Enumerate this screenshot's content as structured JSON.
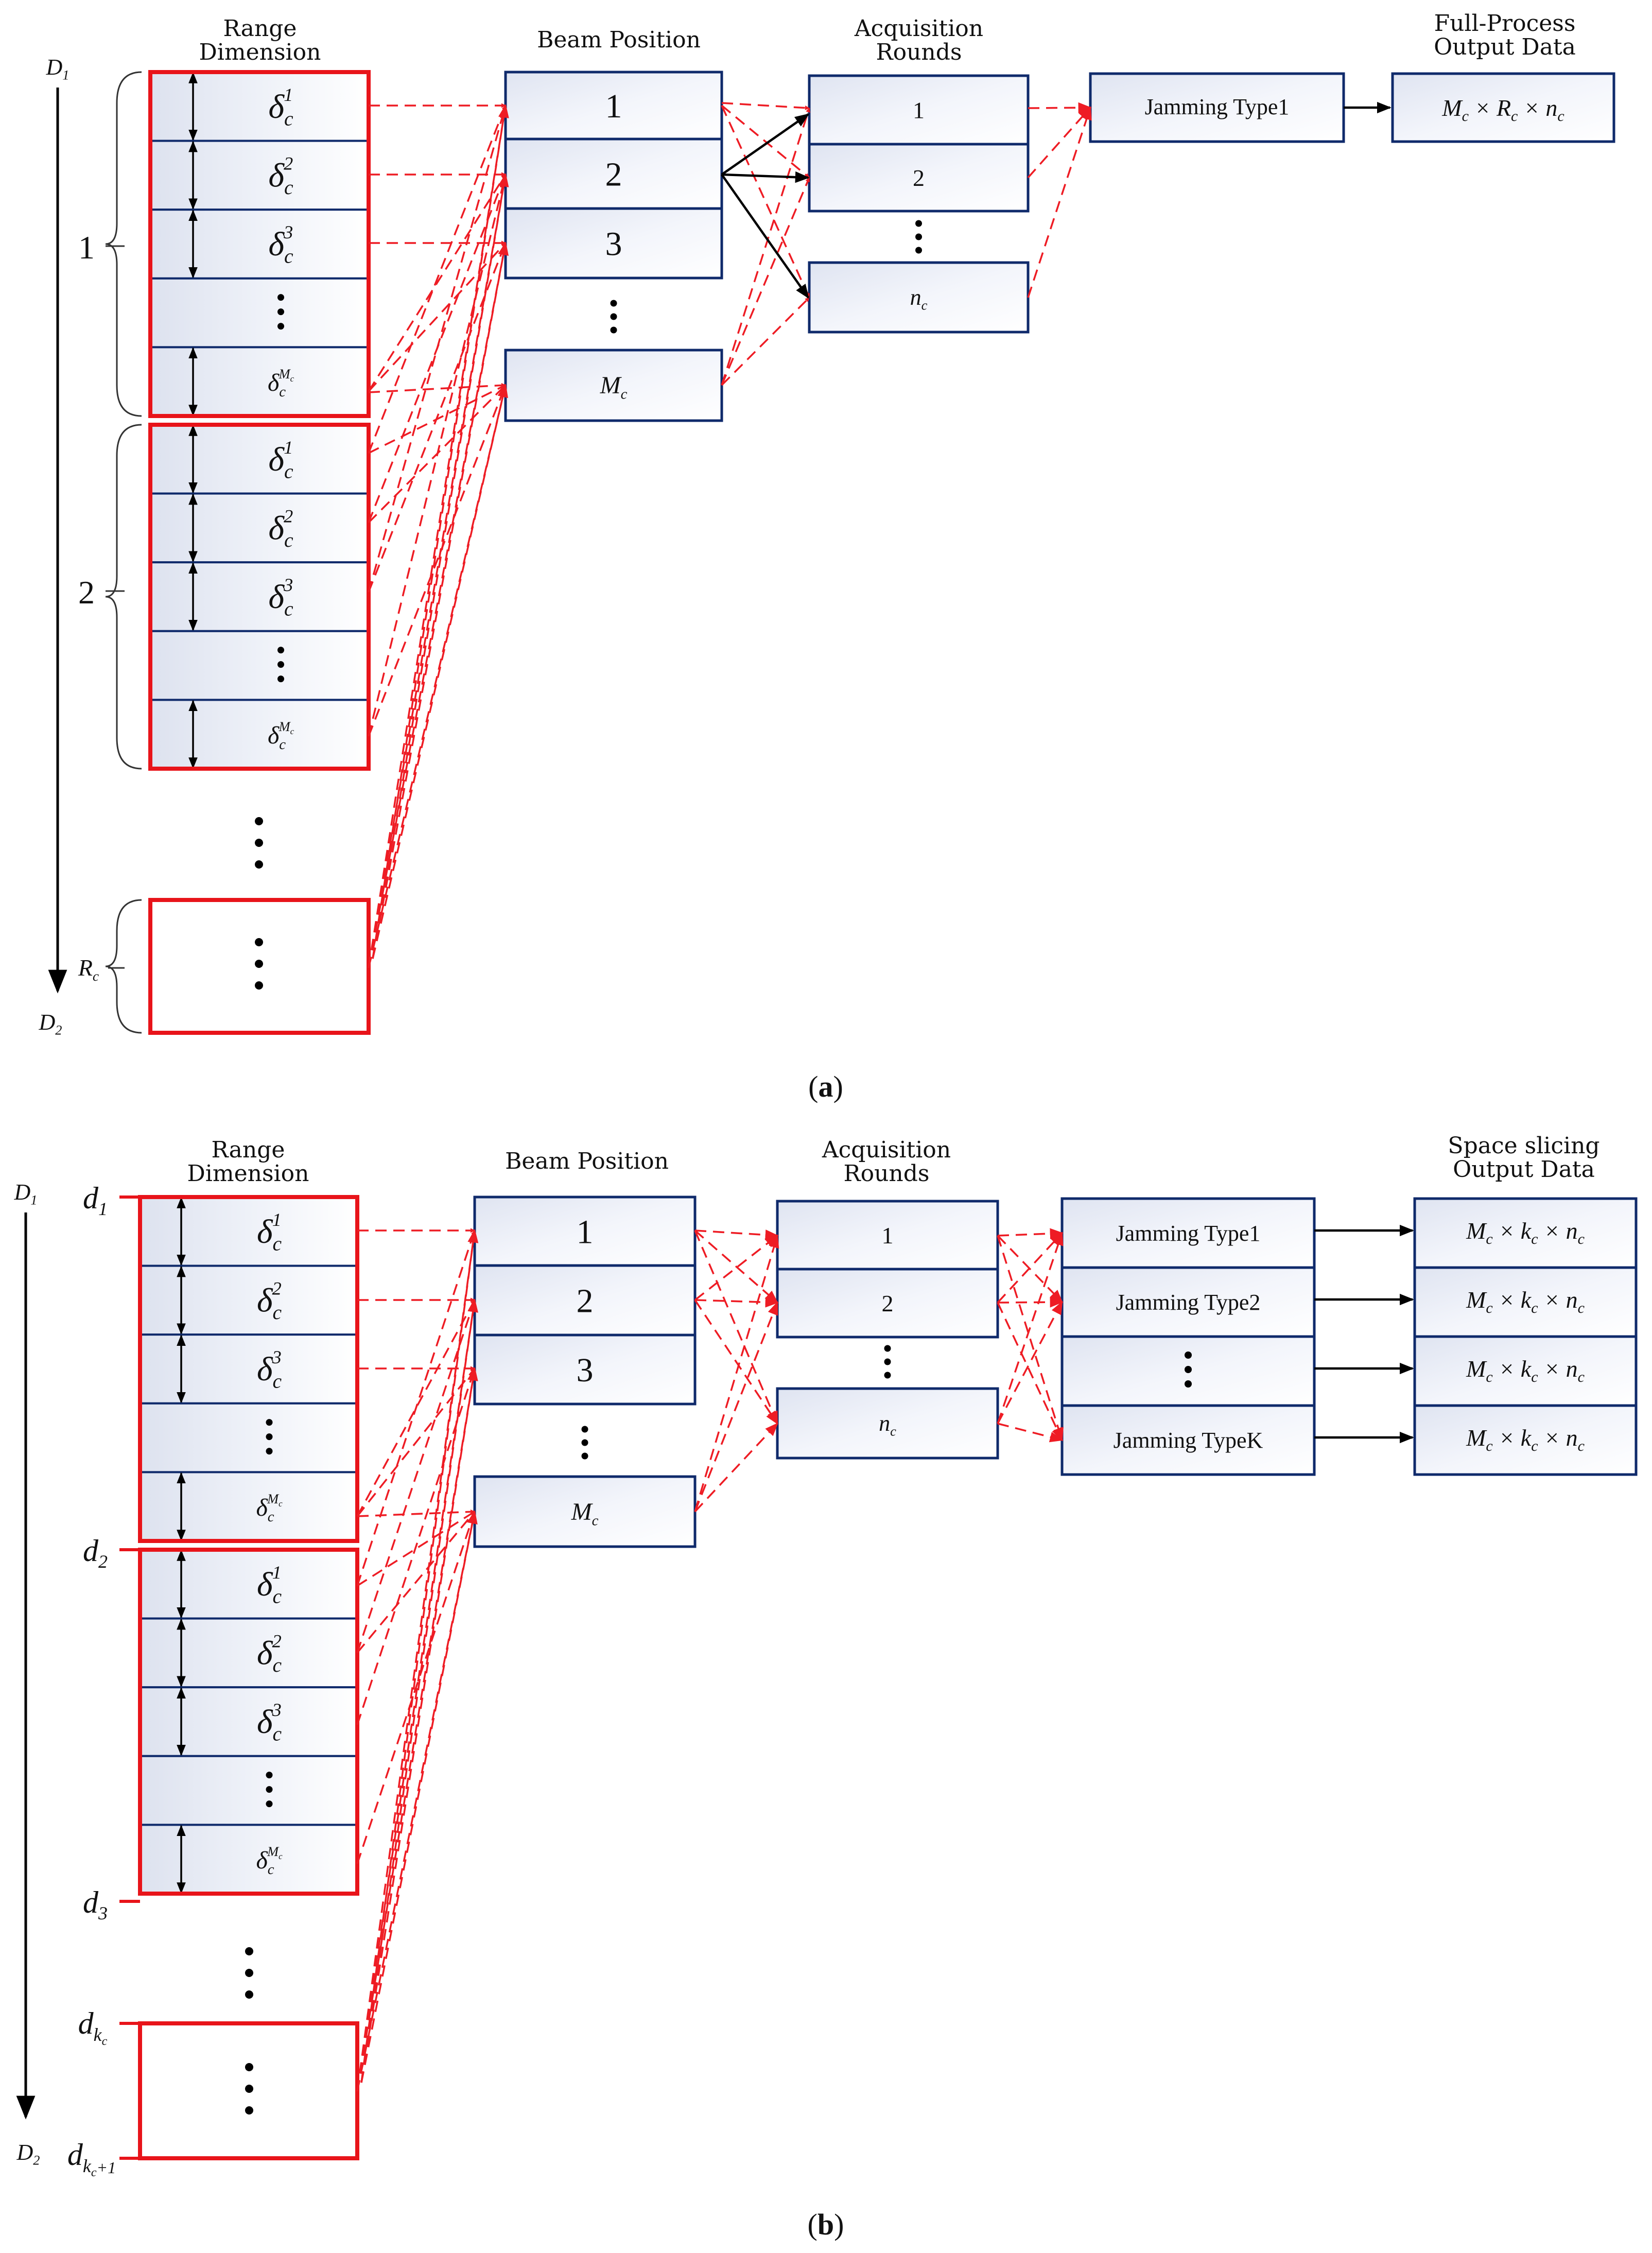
{
  "panel_a": {
    "caption": "(a)",
    "caption_letter": "a",
    "headers": {
      "range": [
        "Range",
        "Dimension"
      ],
      "beam": "Beam Position",
      "acq": [
        "Acquisition",
        "Rounds"
      ],
      "output": [
        "Full-Process",
        "Output Data"
      ]
    },
    "axis": {
      "top": "D1",
      "bottom": "D2"
    },
    "group_labels": [
      "1",
      "2",
      "Rc"
    ],
    "cells": [
      "δc1",
      "δc2",
      "δc3",
      "⋮",
      "δcMc"
    ],
    "beam_boxes": [
      "1",
      "2",
      "3",
      "⋮",
      "Mc"
    ],
    "acq_boxes": [
      "1",
      "2",
      "⋮",
      "nc"
    ],
    "jamming": [
      "Jamming Type1"
    ],
    "outputs": [
      "Mc × Rc × nc"
    ]
  },
  "panel_b": {
    "caption": "(b)",
    "caption_letter": "b",
    "headers": {
      "range": [
        "Range",
        "Dimension"
      ],
      "beam": "Beam Position",
      "acq": [
        "Acquisition",
        "Rounds"
      ],
      "output": [
        "Space slicing",
        "Output Data"
      ]
    },
    "axis": {
      "top": "D1",
      "bottom": "D2"
    },
    "boundary_labels": [
      "d1",
      "d2",
      "d3",
      "dkc",
      "dkc+1"
    ],
    "cells": [
      "δc1",
      "δc2",
      "δc3",
      "⋮",
      "δcMc"
    ],
    "beam_boxes": [
      "1",
      "2",
      "3",
      "⋮",
      "Mc"
    ],
    "acq_boxes": [
      "1",
      "2",
      "⋮",
      "nc"
    ],
    "jamming": [
      "Jamming Type1",
      "Jamming Type2",
      "⋮",
      "Jamming TypeK"
    ],
    "outputs": [
      "Mc × kc × nc",
      "Mc × kc × nc",
      "Mc × kc × nc",
      "Mc × kc × nc"
    ]
  },
  "colors": {
    "frame_red": "#e8141a",
    "arrow_red": "#ee1c24",
    "box_blue": "#0f2a6b"
  }
}
